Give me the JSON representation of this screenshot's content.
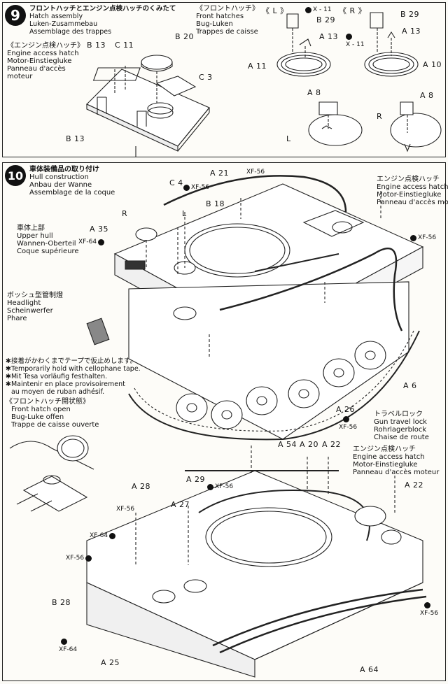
{
  "step9": {
    "number": "9",
    "title_lines": [
      "フロントハッチとエンジン点検ハッチのくみたて",
      "Hatch assembly",
      "Luken-Zusammebau",
      "Assemblage des trappes"
    ],
    "engine_hatch_lines": [
      "《エンジン点検ハッチ》",
      "Engine access hatch",
      "Motor-Einstiegluke",
      "Panneau d'accès",
      "moteur"
    ],
    "front_hatch_lines": [
      "《フロントハッチ》",
      "Front hatches",
      "Bug-Luken",
      "Trappes de caisse"
    ],
    "side_left": "《 L 》",
    "side_right": "《 R 》",
    "labels": {
      "b13_top": "B 13",
      "c11": "C 11",
      "b20": "B 20",
      "c3": "C 3",
      "b13_bottom": "B 13",
      "x11_left": "X - 11",
      "b29_left": "B 29",
      "a13_left": "A 13",
      "a11": "A 11",
      "b29_right": "B 29",
      "a13_right": "A 13",
      "x11_right": "X - 11",
      "a10": "A 10",
      "a8_left": "A 8",
      "l": "L",
      "a8_right": "A 8",
      "r": "R"
    }
  },
  "step10": {
    "number": "10",
    "title_lines": [
      "車体装備品の取り付け",
      "Hull construction",
      "Anbau der Wanne",
      "Assemblage de la coque"
    ],
    "upper_hull_lines": [
      "車体上部",
      "Upper hull",
      "Wannen-Oberteil",
      "Coque supérieure"
    ],
    "headlight_lines": [
      "ボッシュ型管制燈",
      "Headlight",
      "Scheinwerfer",
      "Phare"
    ],
    "engine_hatch_lines": [
      "エンジン点検ハッチ",
      "Engine access hatch",
      "Motor-Einstiegluke",
      "Panneau d'accès moteur"
    ],
    "tape_note_lines": [
      "✱接着がかわくまでテープで仮止めします。",
      "✱Temporarily hold with cellophane tape.",
      "✱Mit Tesa vorläufig festhalten.",
      "✱Maintenir en place provisoirement",
      "au moyen de ruban adhésif."
    ],
    "front_hatch_open_lines": [
      "《フロントハッチ開状態》",
      "Front hatch open",
      "Bug-Luke offen",
      "Trappe de caisse ouverte"
    ],
    "gun_lock_lines": [
      "トラベルロック",
      "Gun travel lock",
      "Rohrlagerblock",
      "Chaise de route"
    ],
    "engine_hatch2_lines": [
      "エンジン点検ハッチ",
      "Engine access hatch",
      "Motor-Einstiegluke",
      "Panneau d'accès moteur"
    ],
    "labels": {
      "a21": "A 21",
      "c4": "C 4",
      "b18": "B 18",
      "r": "R",
      "l": "L",
      "a35": "A 35",
      "a6": "A 6",
      "a26": "A 26",
      "a54": "A 54",
      "a20": "A 20",
      "a22_top": "A 22",
      "a22_right": "A 22",
      "a28": "A 28",
      "a29": "A 29",
      "a27": "A 27",
      "b28": "B 28",
      "a25": "A 25",
      "a64": "A 64"
    },
    "paints": {
      "xf56_a": "XF-56",
      "xf56_b": "XF-56",
      "xf64_a": "XF-64",
      "xf56_c": "XF-56",
      "xf56_d": "XF-56",
      "xf56_e": "XF-56",
      "xf56_f": "XF-56",
      "xf64_b": "XF-64",
      "xf56_g": "XF-56",
      "xf56_h": "XF-56",
      "xf64_c": "XF-64"
    }
  }
}
